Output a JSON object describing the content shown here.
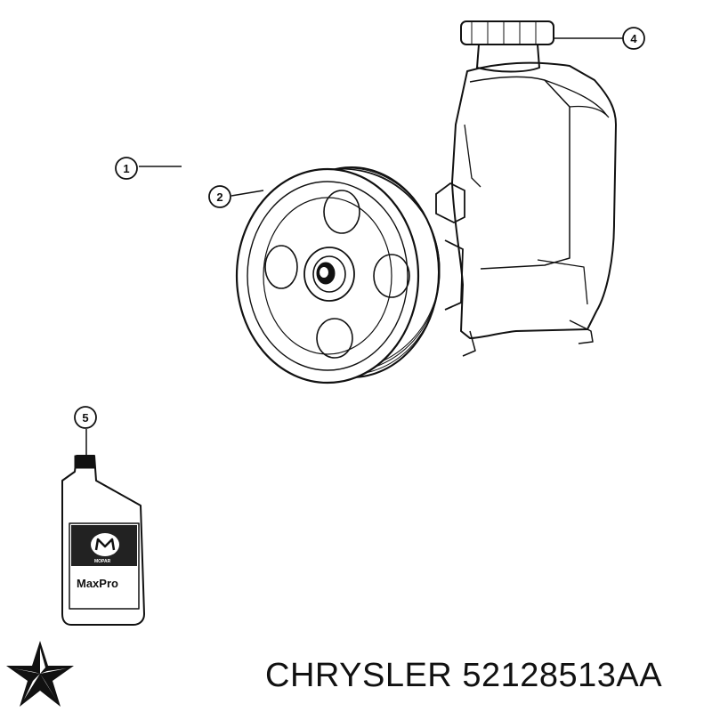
{
  "caption": {
    "brand": "CHRYSLER",
    "part_number": "52128513AA"
  },
  "callouts": {
    "c1": "1",
    "c2": "2",
    "c4": "4",
    "c5": "5"
  },
  "bottle": {
    "brand_label": "MOPAR",
    "product_label": "MaxPro"
  },
  "colors": {
    "line": "#111111",
    "background": "#ffffff"
  }
}
